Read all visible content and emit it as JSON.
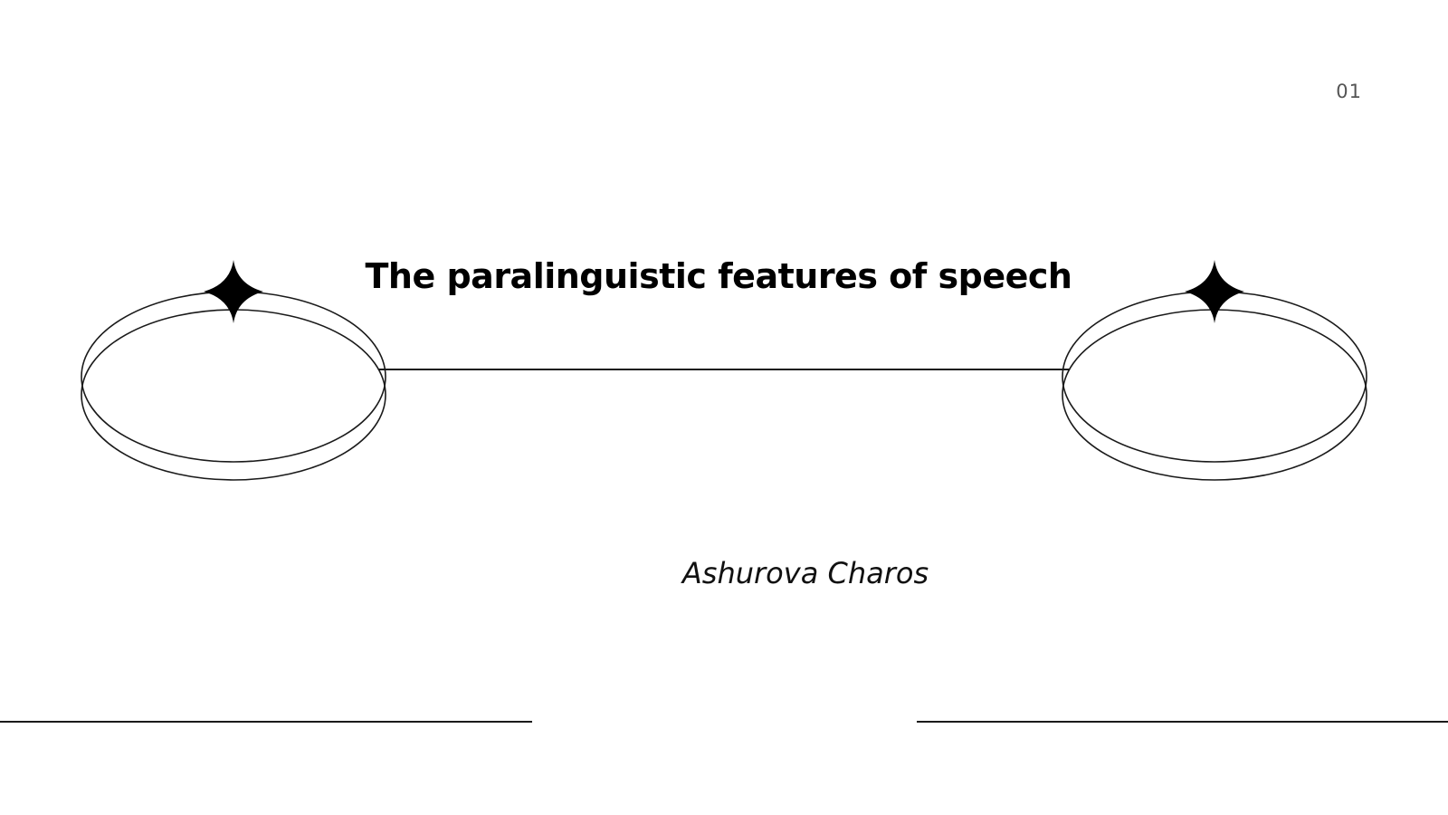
{
  "slide": {
    "page_number": "01",
    "title": "The paralinguistic features of speech",
    "author": "Ashurova Charos"
  },
  "decor": {
    "icons": [
      "ring-icon",
      "sparkle-star-icon"
    ],
    "line_color": "#1a1a1a",
    "star_color": "#000000"
  }
}
